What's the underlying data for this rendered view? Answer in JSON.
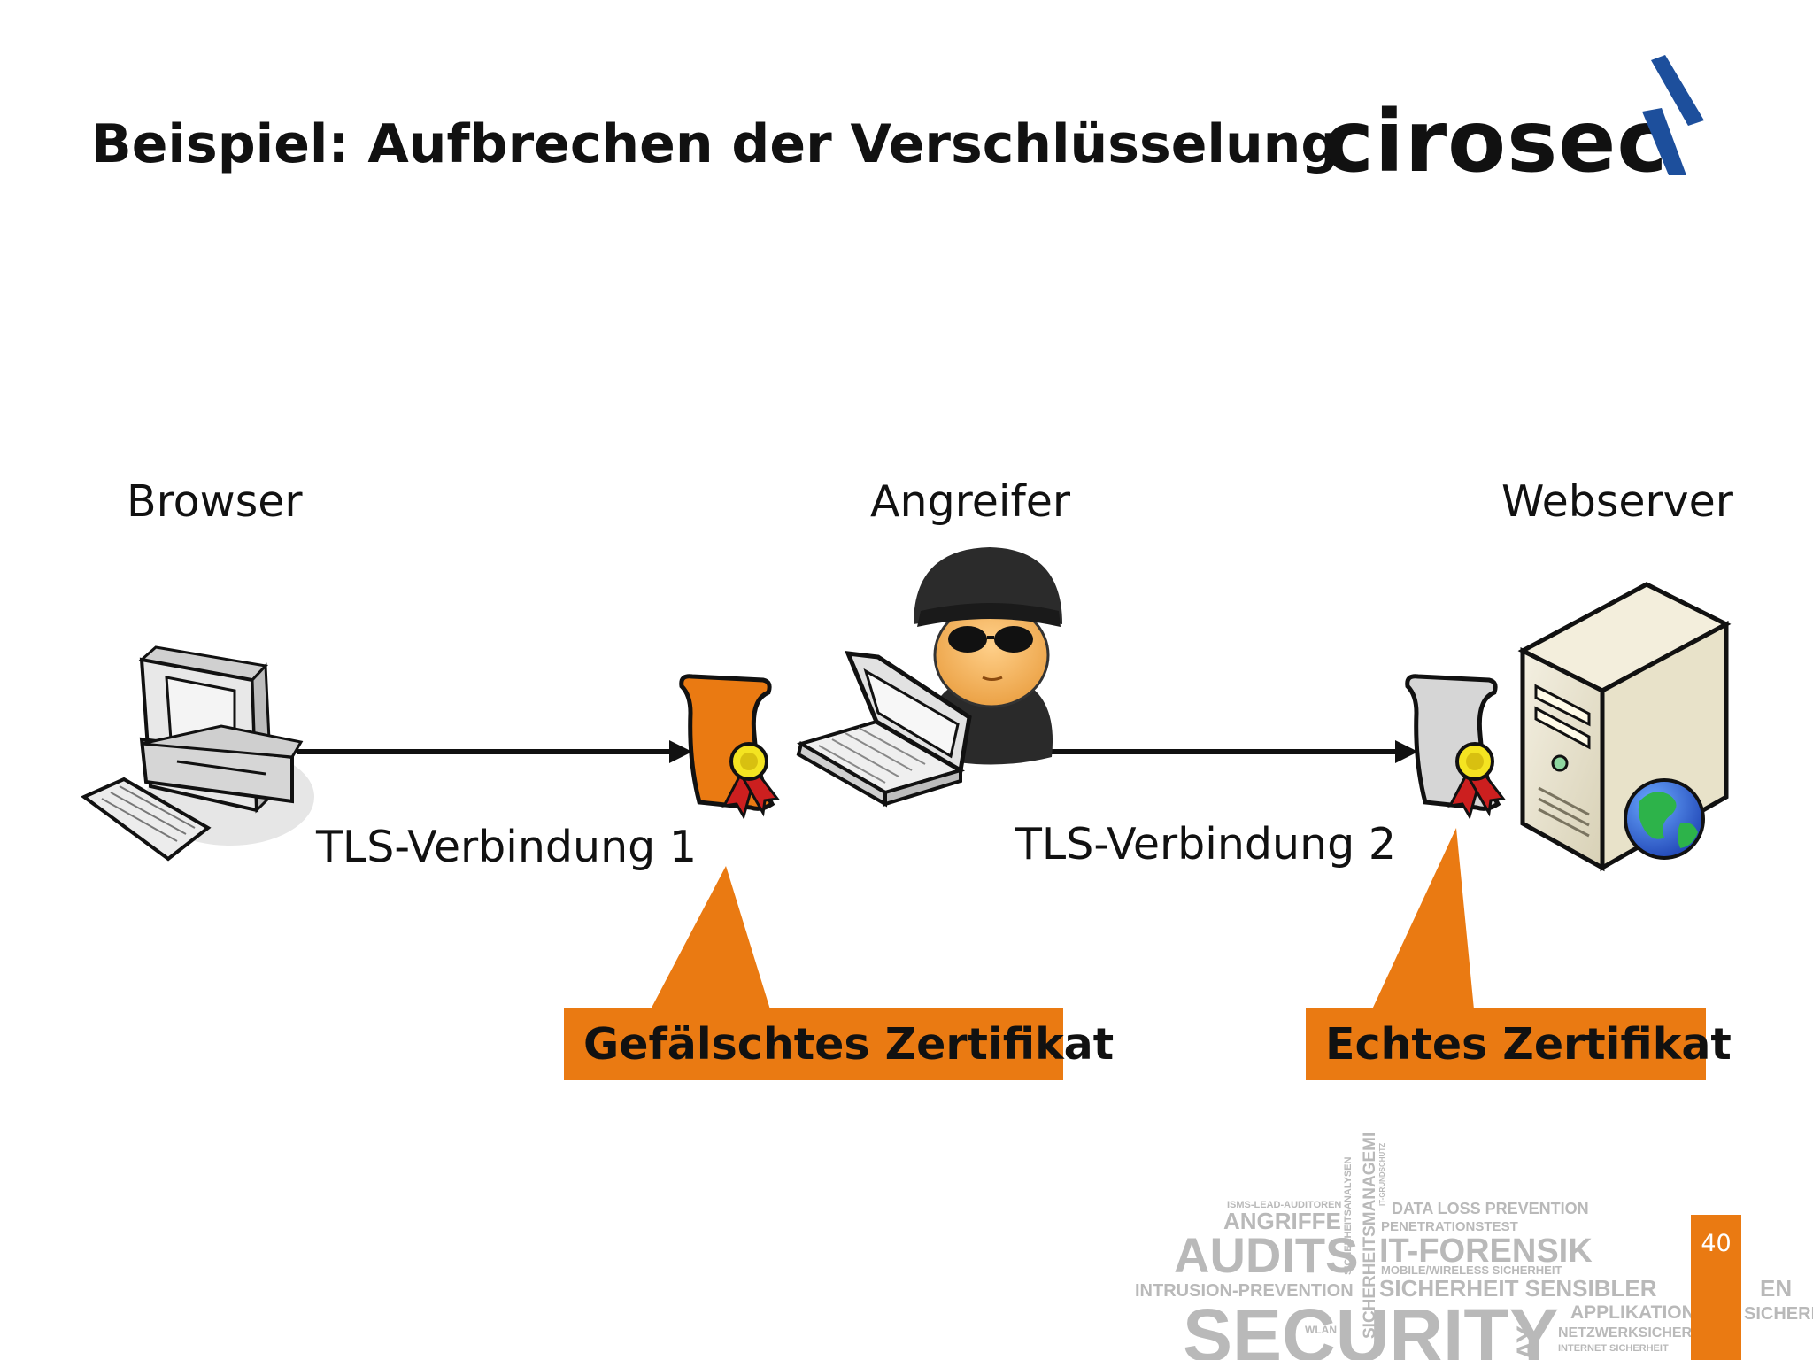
{
  "slide": {
    "title": "Beispiel: Aufbrechen der Verschlüsselung",
    "page_number": "40"
  },
  "logo": {
    "text": "cirosec",
    "colors": {
      "mark": "#1d4f9c"
    }
  },
  "nodes": {
    "browser": {
      "label": "Browser"
    },
    "attacker": {
      "label": "Angreifer"
    },
    "server": {
      "label": "Webserver"
    }
  },
  "connections": [
    {
      "label": "TLS-Verbindung 1"
    },
    {
      "label": "TLS-Verbindung 2"
    }
  ],
  "callouts": [
    {
      "label": "Gefälschtes Zertifikat"
    },
    {
      "label": "Echtes Zertifikat"
    }
  ],
  "colors": {
    "accent": "#ea7a12",
    "text": "#111111",
    "wordcloud": "#b9b9b9"
  },
  "icons": [
    "computer-icon",
    "certificate-icon",
    "laptop-icon",
    "hacker-icon",
    "server-icon",
    "globe-icon",
    "cirosec-logo-mark"
  ],
  "wordcloud": {
    "words": [
      "ISMS-LEAD-AUDITOREN",
      "ANGRIFFE",
      "AUDITS",
      "INTRUSION-PREVENTION",
      "SECURITY",
      "SICHERHEITSANALYSEN",
      "SICHERHEITSMANAGEMENT",
      "IT-GRUNDSCHUTZ",
      "DATA LOSS PREVENTION",
      "PENETRATIONSTEST",
      "IT-FORENSIK",
      "MOBILE/WIRELESS SICHERHEIT",
      "SICHERHEIT SENSIBLER",
      "EN",
      "SICHERHE",
      "APPLIKATION",
      "NETZWERKSICHER",
      "INTERNET SICHERHEIT",
      "WLAN",
      "AY"
    ]
  }
}
